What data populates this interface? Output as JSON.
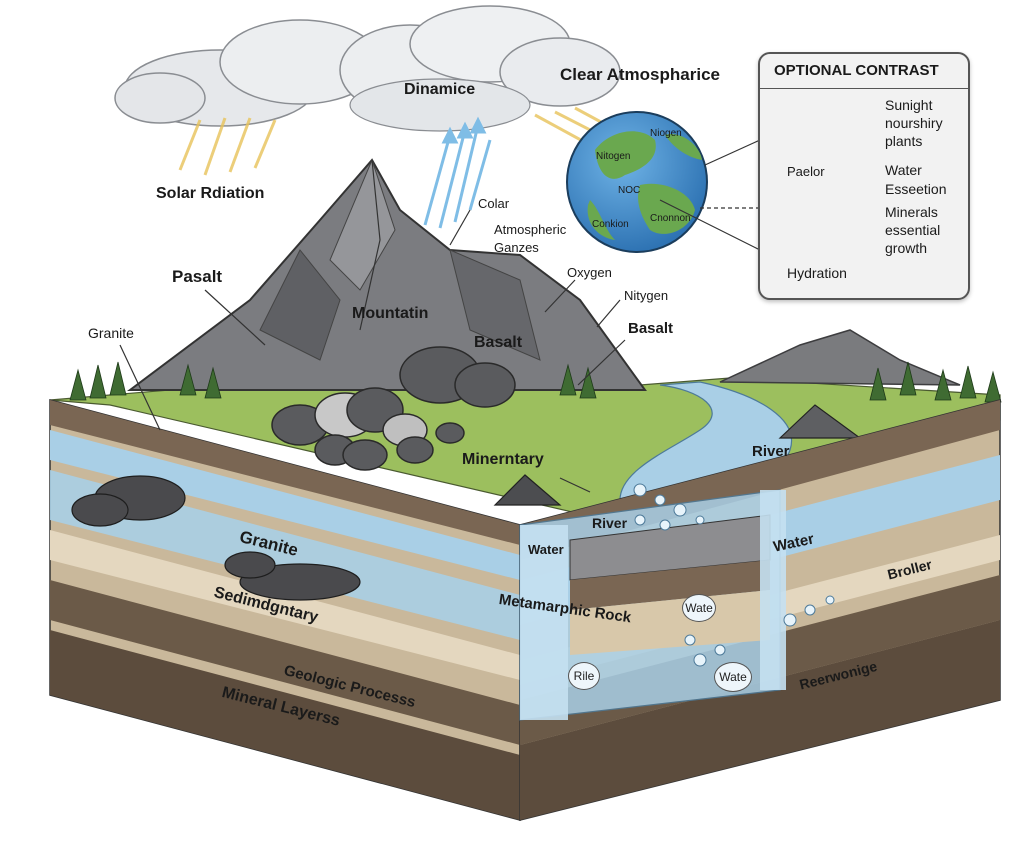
{
  "title_labels": {
    "dinamice": "Dinamice",
    "clear_atmospharice": "Clear Atmospharice",
    "solar_rdiation": "Solar Rdiation"
  },
  "mountain_labels": {
    "colar": "Colar",
    "atmospheric_ganzes": [
      "Atmospheric",
      "Ganzes"
    ],
    "oxygen": "Oxygen",
    "nitygen": "Nitygen",
    "basalt_right": "Basalt",
    "pasalt": "Pasalt",
    "granite_top": "Granite",
    "mountatin": "Mountatin",
    "basalt_center": "Basalt",
    "minerntary": "Minerntary",
    "river_right": "River"
  },
  "globe_labels": {
    "niogen": "Niogen",
    "nitogen": "Nitogen",
    "noc": "NOC",
    "conkion": "Conkion",
    "cnonnon": "Cnonnon"
  },
  "panel": {
    "title": "OPTIONAL CONTRAST",
    "sunlight": [
      "Sunight",
      "nourshiry",
      "plants"
    ],
    "paelor": "Paelor",
    "water": [
      "Water",
      "Esseetion"
    ],
    "minerals": [
      "Minerals",
      "essential",
      "growth"
    ],
    "hydration": "Hydration"
  },
  "block_labels": {
    "granite": "Granite",
    "sedimentary": "Sedimdgntary",
    "geologic": "Geologic Processs",
    "mineral_layers": "Mineral Layerss",
    "water_left": "Water",
    "river_mid": "River",
    "metamorphic": "Metamarphic Rock",
    "rile": "Rile",
    "wate_top": "Wate",
    "wate_bottom": "Wate",
    "water_right": "Water",
    "broller": "Broller",
    "reerwonige": "Reerwonige"
  },
  "colors": {
    "sky_cloud": "#e9ecef",
    "rock": "#6e6e70",
    "grass": "#9cbf5e",
    "water": "#a9cfe6",
    "soil_dark": "#6b5a48",
    "soil_light": "#c9b89b",
    "ocean": "#3d8fd0",
    "land": "#6aa84f"
  }
}
